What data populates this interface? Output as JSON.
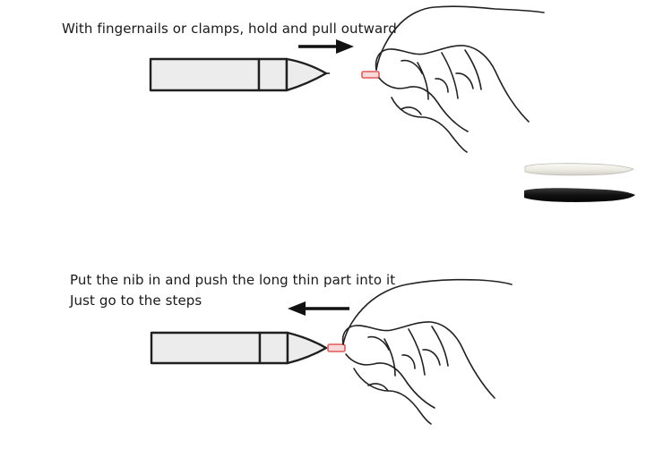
{
  "steps": {
    "remove": {
      "instruction": "With fingernails or clamps, hold and pull outward"
    },
    "insert": {
      "instruction": "Put the nib in and push the long thin part into it",
      "note": "Just go to the steps"
    }
  },
  "colors": {
    "outline": "#1f1f1f",
    "pen_body": "#ececec",
    "nib_highlight": "#e05a5a",
    "nib_white": "#f1f0ea",
    "nib_black": "#141414"
  },
  "icons": [
    "arrow-right-icon",
    "arrow-left-icon",
    "hand-icon",
    "pen-icon",
    "nib-icon"
  ]
}
